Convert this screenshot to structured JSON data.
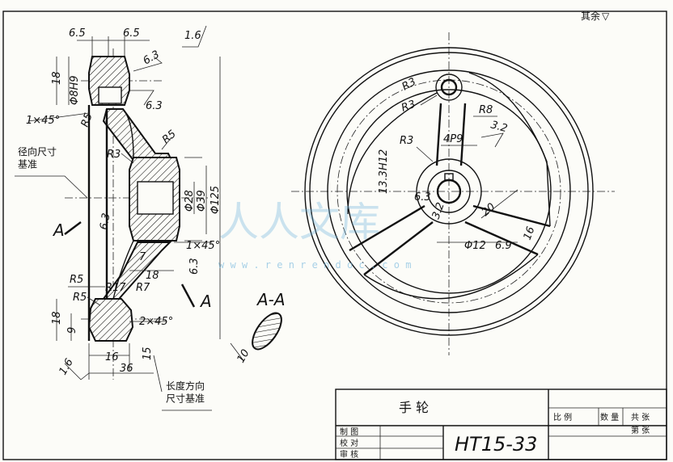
{
  "note": {
    "rest": "其余",
    "rest_symbol": "▽"
  },
  "left_view": {
    "dims": {
      "d65a": "6.5",
      "d65b": "6.5",
      "r16": "1.6",
      "d18a": "18",
      "d8h9": "Φ8H9",
      "r63a": "6.3",
      "c45": "1×45°",
      "r5a": "R5",
      "r3a": "R3",
      "r5b": "R5",
      "d28": "Φ28",
      "d39": "Φ39",
      "d125": "Φ125",
      "r63b": "6.3",
      "d7": "7",
      "d45b": "1×45°",
      "r63c": "6.3",
      "d18b": "18",
      "r5c": "R5",
      "r17": "R17",
      "r7": "R7",
      "r5d": "R5",
      "d18c": "18",
      "d9": "9",
      "c245": "2×45°",
      "d16": "16",
      "d15": "15",
      "d36": "36",
      "r16b": "1.6"
    },
    "radial_base": "径向尺寸\n基准",
    "length_base": "长度方向\n尺寸基准",
    "sect_a1": "A",
    "sect_a2": "A",
    "section_title": "A-A",
    "section_dim": "10"
  },
  "front_view": {
    "dims": {
      "r3a": "R3",
      "r3b": "R3",
      "r8": "R8",
      "r32": "3.2",
      "r3c": "R3",
      "h4p9": "4P9",
      "d133": "13.3H12",
      "r63": "6.3",
      "d32": "3.2",
      "d20": "20",
      "d16": "16",
      "d12": "Φ12",
      "d69": "6.9"
    }
  },
  "watermark": {
    "text": "人人文库",
    "url": "w w w . r e n r e n d o c . c o m"
  },
  "title_block": {
    "name": "手   轮",
    "scale_label": "比 例",
    "qty_label": "数 量",
    "sheet_label": "共  张",
    "page_label": "第  张",
    "drawn": "制 图",
    "checked": "校 对",
    "reviewed": "审 核",
    "part_no": "HT15-33"
  }
}
